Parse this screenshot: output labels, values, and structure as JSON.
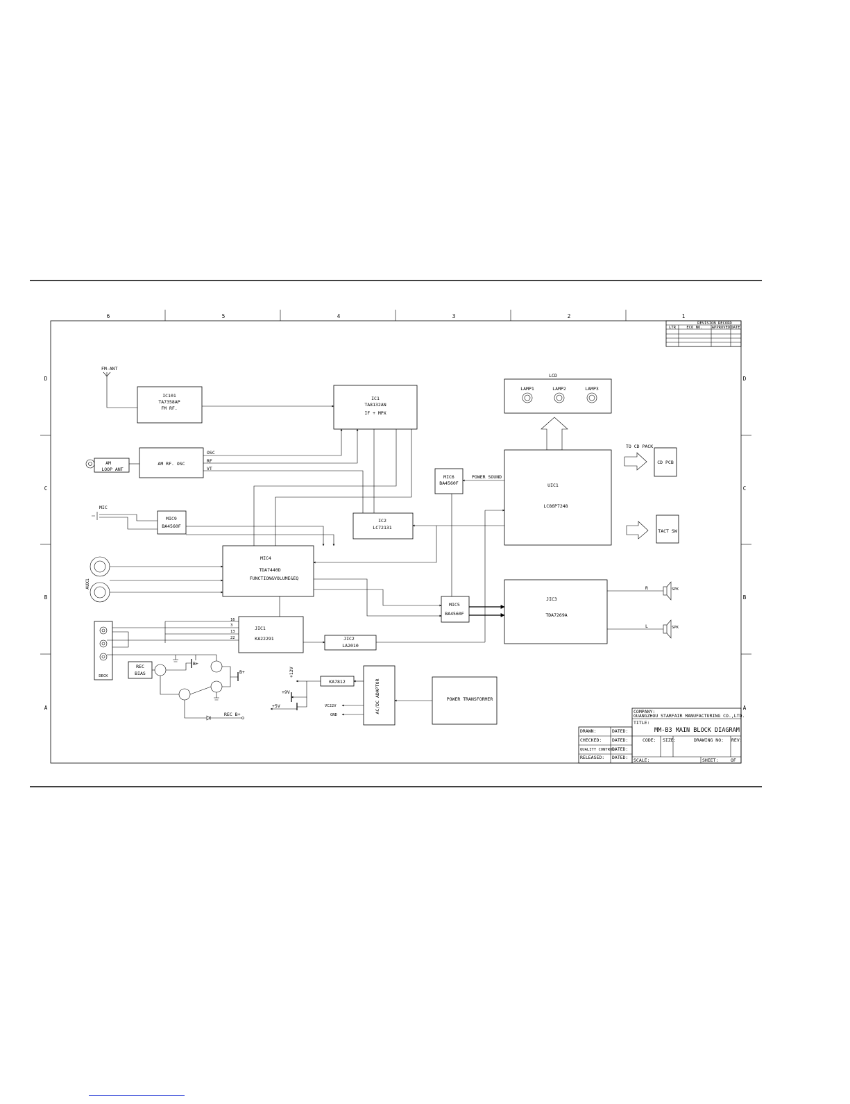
{
  "grid": {
    "columns": [
      "6",
      "5",
      "4",
      "3",
      "2",
      "1"
    ],
    "rows": [
      "D",
      "C",
      "B",
      "A"
    ]
  },
  "revision": {
    "title": "REVISION RECORD",
    "headers": [
      "LTR",
      "ECO NO.",
      "APPROVED",
      "DATE"
    ]
  },
  "antenna": {
    "fm": "FM-ANT"
  },
  "blocks": {
    "ic101": {
      "ref": "IC101",
      "part": "TA7358AP",
      "func": "FM RF."
    },
    "ic1": {
      "ref": "IC1",
      "part": "TA8132AN",
      "func": "IF  +  MPX"
    },
    "lcd": {
      "ref": "LCD",
      "lamps": [
        "LAMP1",
        "LAMP2",
        "LAMP3"
      ]
    },
    "amloop": {
      "label1": "AM",
      "label2": "LOOP ANT"
    },
    "amrf": {
      "label": "AM RF. OSC"
    },
    "mic9": {
      "ref": "MIC9",
      "part": "BA4560F"
    },
    "ic2": {
      "ref": "IC2",
      "part": "LC72131"
    },
    "mic6": {
      "ref": "MIC6",
      "part": "BA4560F"
    },
    "uic1": {
      "ref": "UIC1",
      "part": "LC86P7248"
    },
    "cdpcb": {
      "label": "CD PCB"
    },
    "tactsw": {
      "label": "TACT SW"
    },
    "mic4": {
      "ref": "MIC4",
      "part": "TDA7440D",
      "func": "FUNCTION&VOLUME&EQ"
    },
    "mic5": {
      "ref": "MIC5",
      "part": "BA4560F"
    },
    "jic3": {
      "ref": "JIC3",
      "part": "TDA7269A"
    },
    "jic1": {
      "ref": "JIC1",
      "part": "KA22291"
    },
    "jic2": {
      "ref": "JIC2",
      "part": "LA2010"
    },
    "deck": {
      "label": "DECK"
    },
    "recbias": {
      "label1": "REC",
      "label2": "BIAS"
    },
    "ka7812": {
      "label": "KA7812"
    },
    "acdc": {
      "label": "AC/DC ADAPTOR"
    },
    "transformer": {
      "label": "POWER TRANSFORMER"
    }
  },
  "signals": {
    "osc": "OSC",
    "rf": "RF",
    "vt": "VT",
    "mic": "MIC",
    "aux": "AUX1",
    "power_sound": "POWER SOUND",
    "to_cd_pack": "TO CD PACK",
    "r": "R",
    "l": "L",
    "spk": "SPK",
    "pin16": "16",
    "pin3": "3",
    "pin13": "13",
    "pin22": "22",
    "bplus": "B+",
    "rec_bplus": "REC B+",
    "v12": "+12V",
    "v9": "+9V",
    "v5": "+5V",
    "vc22v": "VC22V",
    "gnd": "GND"
  },
  "titleblock": {
    "company_label": "COMPANY:",
    "company": "GUANGZHOU STARFAIR MANUFACTURING CO.,LTD.",
    "title_label": "TITLE:",
    "title": "MM-B3 MAIN BLOCK DIAGRAM",
    "drawn": "DRAWN:",
    "checked": "CHECKED:",
    "quality": "QUALITY CONTROL:",
    "released": "RELEASED:",
    "dated": "DATED:",
    "code": "CODE:",
    "size": "SIZE:",
    "drawing_no": "DRAWING NO:",
    "rev": "REV:",
    "scale": "SCALE:",
    "sheet": "SHEET:",
    "of": "OF"
  }
}
